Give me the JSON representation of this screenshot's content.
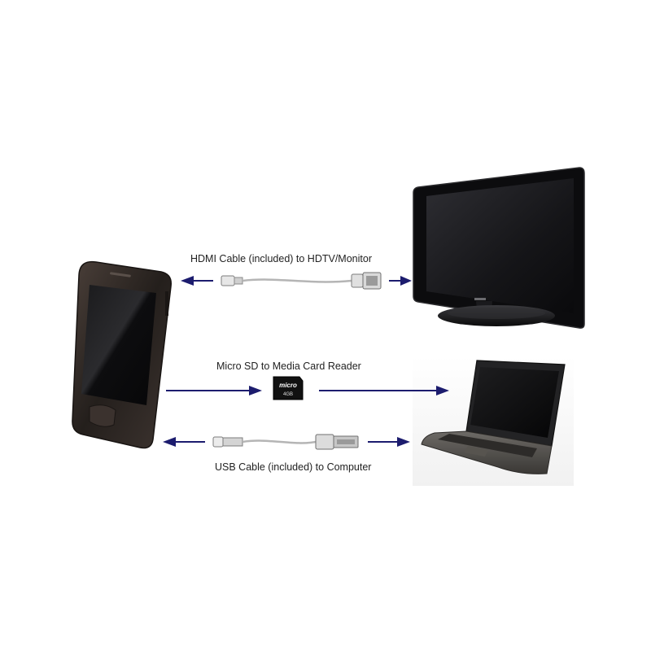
{
  "diagram": {
    "connections": [
      {
        "id": "hdmi",
        "label": "HDMI Cable (included) to HDTV/Monitor"
      },
      {
        "id": "sd",
        "label": "Micro SD to Media Card Reader"
      },
      {
        "id": "usb",
        "label": "USB Cable (included) to Computer"
      }
    ],
    "sd_card": {
      "brand": "micro",
      "capacity": "4GB"
    },
    "devices": [
      "phone-device",
      "hdtv-monitor",
      "laptop-computer"
    ]
  },
  "colors": {
    "arrow": "#1c1c6e",
    "device_body": "#2a2522",
    "screen": "#0e0e10",
    "cable": "#b5b5b5"
  }
}
